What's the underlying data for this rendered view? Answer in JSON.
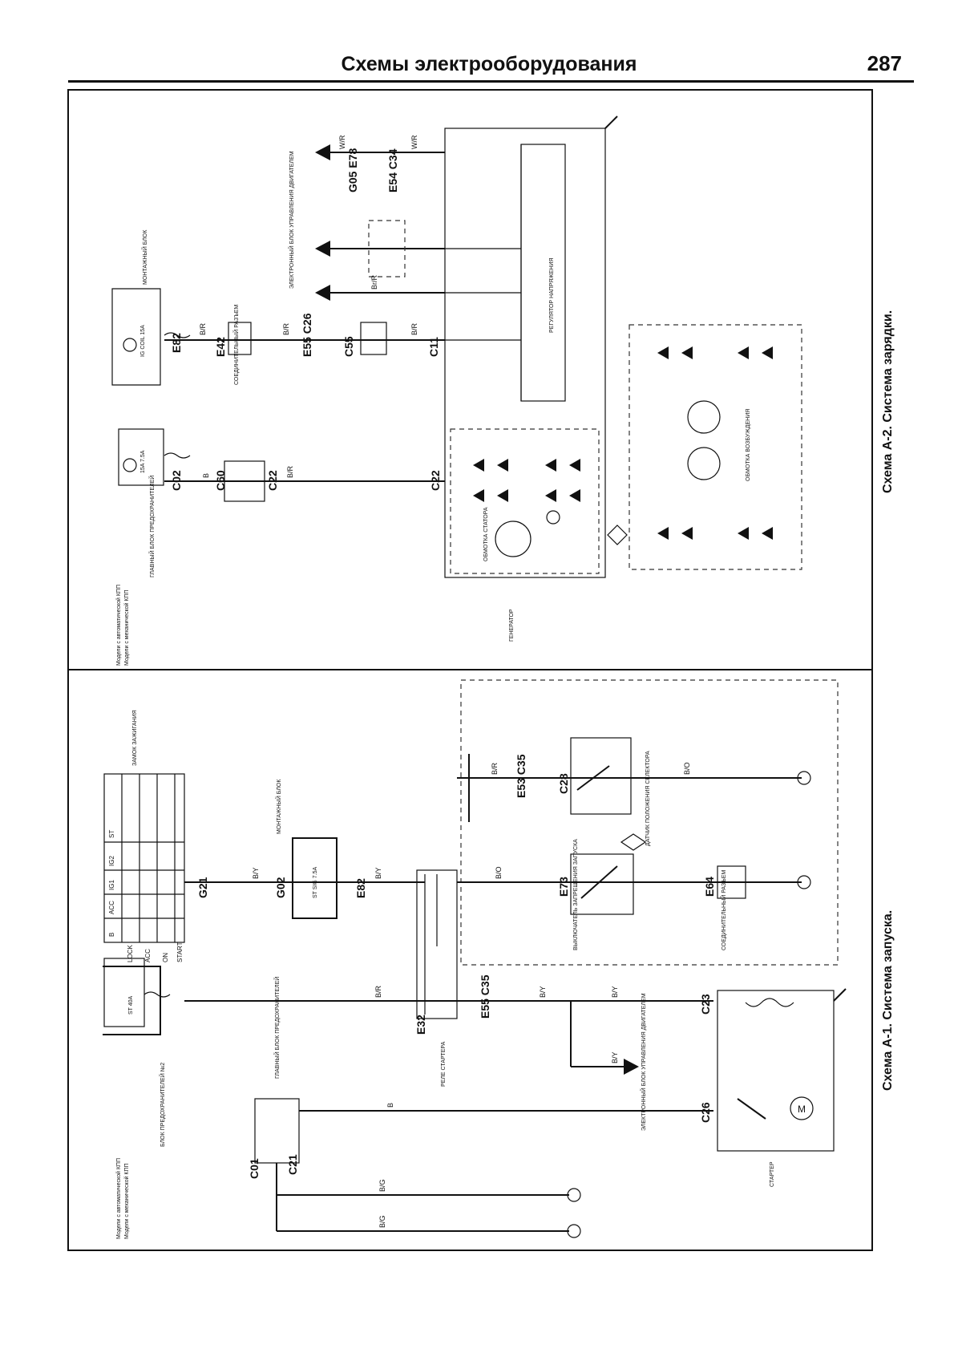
{
  "header": {
    "title": "Схемы электрооборудования",
    "page_number": "287"
  },
  "captions": {
    "a1": "Схема А-1. Система запуска.",
    "a2": "Схема А-2. Система зарядки."
  },
  "connectors": {
    "c01": "C01",
    "c21": "C21",
    "c26": "C26",
    "c23": "C23",
    "e32": "E32",
    "e55_c35": "E55 C35",
    "g21": "G21",
    "g02": "G02",
    "e82_left": "E82",
    "e73": "E73",
    "e64": "E64",
    "e53_c35": "E53 C35",
    "c28": "C28",
    "c02": "C02",
    "c60": "C60",
    "c22_top": "C22",
    "c22_bottom": "C22",
    "e82_right": "E82",
    "e42": "E42",
    "e55_c26": "E55 C26",
    "c55": "C55",
    "c11": "C11",
    "g05_e78": "G05 E78",
    "e54_c34": "E54 C34"
  },
  "wire_codes": {
    "b_r": "B/R",
    "b_y": "B/Y",
    "b_o": "B/O",
    "b": "B",
    "w_r": "W/R",
    "br_r": "Br/R",
    "b_g": "B/G"
  },
  "fuses": {
    "st_fuse": "ST 40A",
    "ig_coil_fuse": "IG COIL 15A",
    "main_fuse": "15A 7.5A",
    "st_sig_fuse": "ST SIG 7.5A"
  },
  "ignition_switch": {
    "columns": [
      "B",
      "ACC",
      "IG1",
      "IG2",
      "ST"
    ],
    "rows": [
      "LOCK",
      "ACC",
      "ON",
      "START"
    ]
  },
  "labels": {
    "aux_fuse_block": "ГЛАВНЫЙ БЛОК ПРЕДОХРАНИТЕЛЕЙ",
    "fuse_block_no2": "БЛОК ПРЕДОХРАНИТЕЛЕЙ №2",
    "mount_block": "МОНТАЖНЫЙ БЛОК",
    "ign_switch": "ЗАМОК ЗАЖИГАНИЯ",
    "starter_relay": "РЕЛЕ СТАРТЕРА",
    "starter": "СТАРТЕР",
    "inhibitor_switch": "ВЫКЛЮЧАТЕЛЬ ЗАПРЕЩЕНИЯ ЗАПУСКА",
    "range_selector": "ДАТЧИК ПОЛОЖЕНИЯ СЕЛЕКТОРА",
    "generator": "ГЕНЕРАТОР",
    "regulator": "РЕГУЛЯТОР НАПРЯЖЕНИЯ",
    "stator_winding": "ОБМОТКА СТАТОРА",
    "rotor_winding": "ОБМОТКА ВОЗБУЖДЕНИЯ",
    "ecu_ref": "ЭЛЕКТРОННЫЙ БЛОК УПРАВЛЕНИЯ ДВИГАТЕЛЕМ",
    "joint_connector": "СОЕДИНИТЕЛЬНЫЙ РАЗЪЕМ",
    "model_note_at": "Модели с автоматической КПП",
    "model_note_mt": "Модели с механической КПП"
  }
}
